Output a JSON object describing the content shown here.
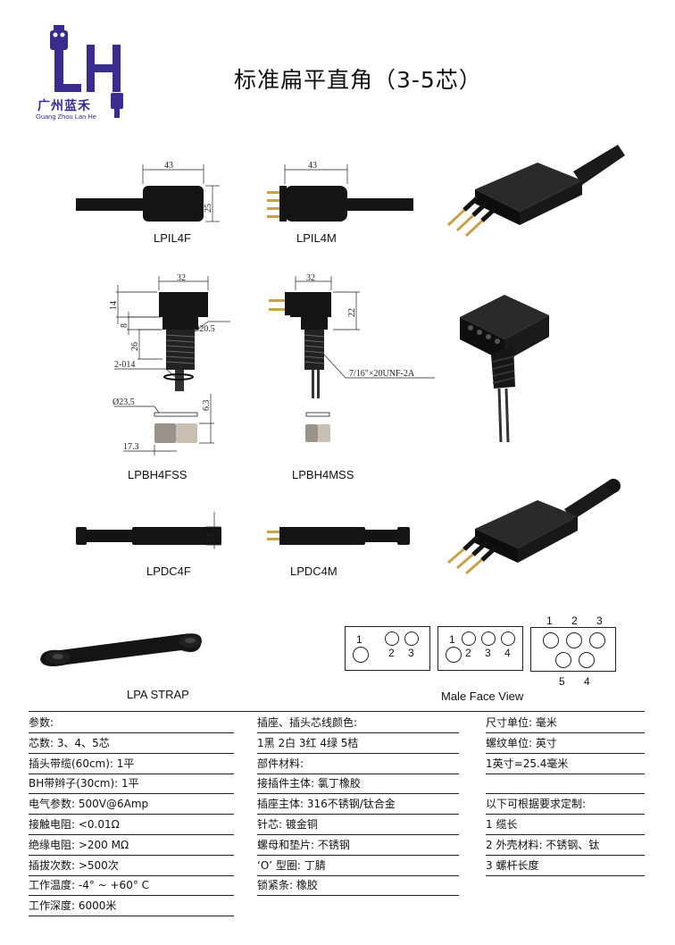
{
  "logo": {
    "letters": "LH",
    "cn": "广州蓝禾",
    "en": "Guang Zhou Lan He"
  },
  "title": "标准扁平直角（3-5芯）",
  "products": {
    "lpil4f": "LPIL4F",
    "lpil4m": "LPIL4M",
    "lpbh4fss": "LPBH4FSS",
    "lpbh4mss": "LPBH4MSS",
    "lpdc4f": "LPDC4F",
    "lpdc4m": "LPDC4M",
    "strap": "LPA STRAP",
    "face_view": "Male Face View"
  },
  "dims": {
    "d43": "43",
    "d25": "25",
    "d32": "32",
    "d14": "14",
    "d8": "8",
    "d26": "26",
    "d20_5": "Ø20.5",
    "o_ring": "2-014",
    "d23_5": "Ø23.5",
    "d6_3": "6.3",
    "d17_3": "17.3",
    "d22": "22",
    "thread": "7/16\"×20UNF-2A"
  },
  "face_pins": {
    "three": [
      "1",
      "2",
      "3"
    ],
    "four": [
      "1",
      "2",
      "3",
      "4"
    ],
    "five": [
      "1",
      "2",
      "3",
      "5",
      "4"
    ]
  },
  "specs": {
    "col1": [
      "参数:",
      "芯数: 3、4、5芯",
      "插头带缆(60cm): 1平",
      "BH带辫子(30cm): 1平",
      "电气参数: 500V@6Amp",
      "接触电阻: <0.01Ω",
      "绝缘电阻: >200 MΩ",
      "插拔次数: >500次",
      "工作温度: -4° ~ +60° C",
      "工作深度: 6000米"
    ],
    "col2": [
      "插座、插头芯线颜色:",
      "1黑  2白  3红  4绿  5桔",
      "部件材料:",
      "接插件主体: 氯丁橡胶",
      "插座主体: 316不锈钢/钛合金",
      "针芯: 镀金铜",
      "螺母和垫片: 不锈钢",
      "‘O’ 型圈: 丁腈",
      "锁紧条: 橡胶"
    ],
    "col3": [
      "尺寸单位: 毫米",
      "螺纹单位: 英寸",
      "1英寸=25.4毫米",
      "",
      "以下可根据要求定制:",
      "1 缆长",
      "2 外壳材料: 不锈钢、钛",
      "3 螺杆长度"
    ]
  },
  "colors": {
    "brand_blue": "#3a2c8f",
    "rubber": "#141414",
    "gold": "#c8a24a"
  }
}
